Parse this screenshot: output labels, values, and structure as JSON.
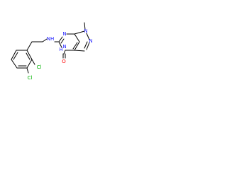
{
  "molecule": {
    "atoms": {
      "cl_top": "Cl",
      "cl_bottom": "Cl",
      "nh_amine": "NH",
      "n_ring_top": "N",
      "n_ring_left": "N",
      "nh_ring": "H",
      "n_pyrazole_top": "N",
      "n_pyrazole_right": "N",
      "o_carbonyl": "O"
    },
    "colors": {
      "bond": "#000000",
      "nitrogen": "#1a1aff",
      "chlorine": "#00b200",
      "oxygen": "#ff0000"
    }
  }
}
